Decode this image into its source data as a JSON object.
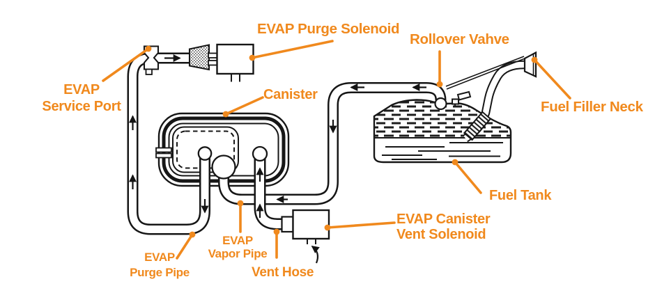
{
  "diagram": {
    "type": "EVAP emission control system schematic",
    "labels": {
      "purge_solenoid": "EVAP Purge Solenoid",
      "service_port": "EVAP\nService Port",
      "canister": "Canister",
      "rollover_valve": "Rollover Vahve",
      "fuel_filler_neck": "Fuel Filler Neck",
      "fuel_tank": "Fuel Tank",
      "vent_solenoid": "EVAP Canister\nVent Solenoid",
      "purge_pipe": "EVAP\nPurge Pipe",
      "vapor_pipe": "EVAP\nVapor Pipe",
      "vent_hose": "Vent Hose"
    },
    "colors": {
      "label_orange": "#F0891D",
      "line_black": "#161616",
      "background": "#FFFFFF"
    }
  }
}
